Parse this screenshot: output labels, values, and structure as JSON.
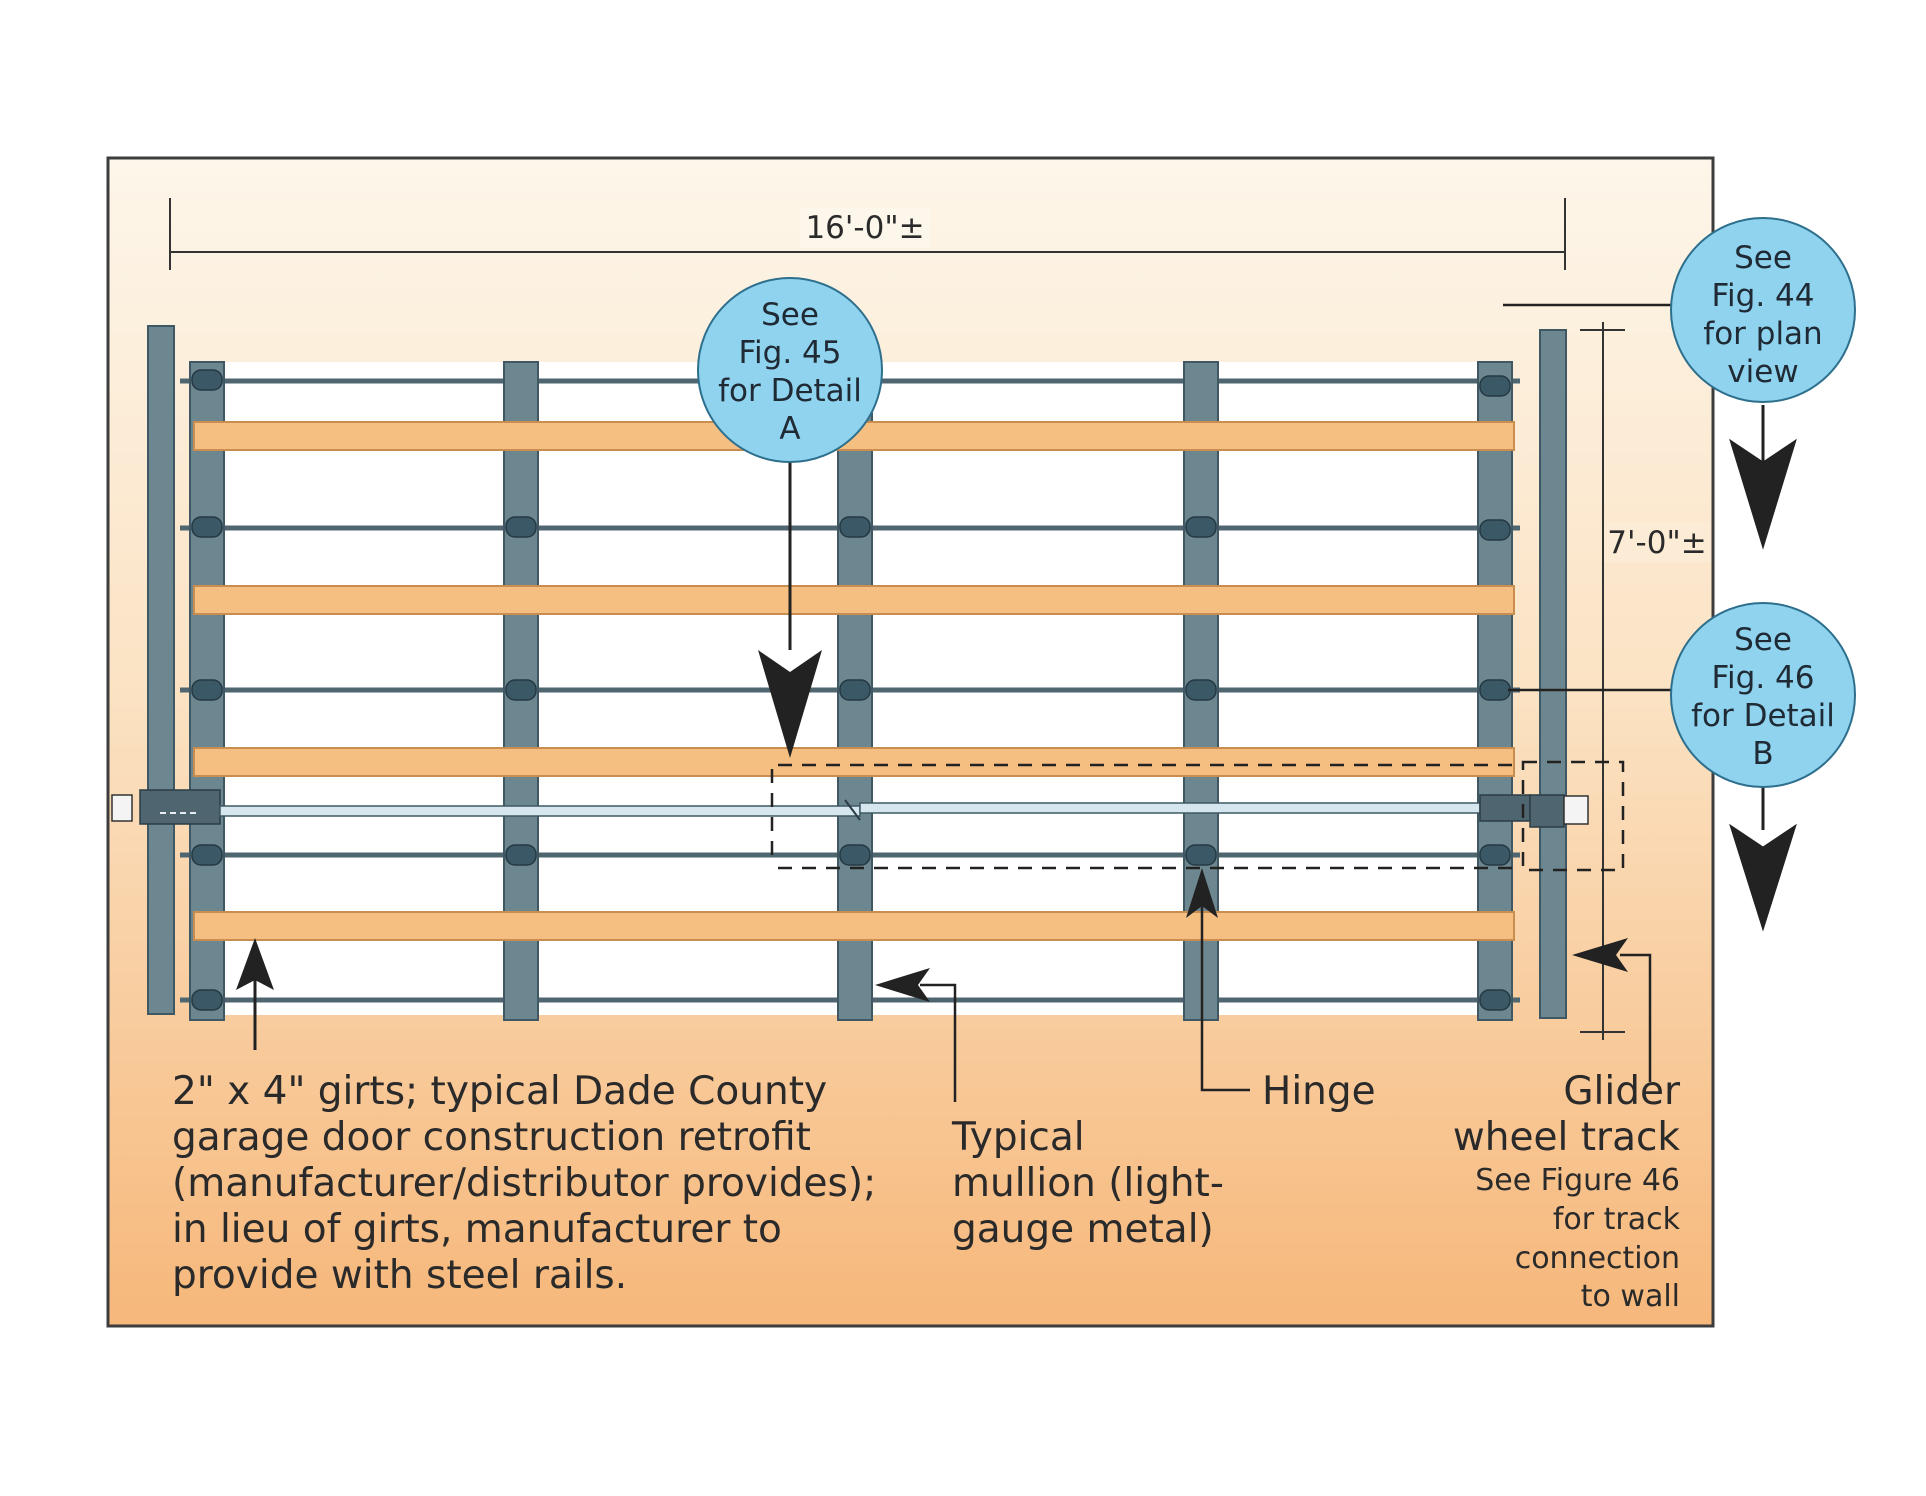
{
  "dimensions": {
    "width": "16'-0\"±",
    "height": "7'-0\"±"
  },
  "callouts": {
    "fig45": [
      "See",
      "Fig. 45",
      "for Detail",
      "A"
    ],
    "fig44": [
      "See",
      "Fig. 44",
      "for plan",
      "view"
    ],
    "fig46": [
      "See",
      "Fig. 46",
      "for Detail",
      "B"
    ]
  },
  "labels": {
    "girts": [
      "2\" x 4\" girts; typical Dade County",
      "garage door construction retrofit",
      "(manufacturer/distributor provides);",
      "in lieu of girts, manufacturer to",
      "provide with steel rails."
    ],
    "mullion": [
      "Typical",
      "mullion (light-",
      "gauge metal)"
    ],
    "hinge": "Hinge",
    "glider_title": [
      "Glider",
      "wheel track"
    ],
    "glider_note": [
      "See Figure 46",
      "for track",
      "connection",
      "to wall"
    ]
  },
  "colors": {
    "frame": "#3d3d3d",
    "steel": "#6d8790",
    "steel_dark": "#3f5863",
    "girt": "#f5bf82",
    "girt_edge": "#c98e4f",
    "callout_fill": "#8fd3ef",
    "callout_edge": "#2d6f8c",
    "bg_top": "#fdf4e6",
    "bg_bottom": "#f6b77a"
  }
}
